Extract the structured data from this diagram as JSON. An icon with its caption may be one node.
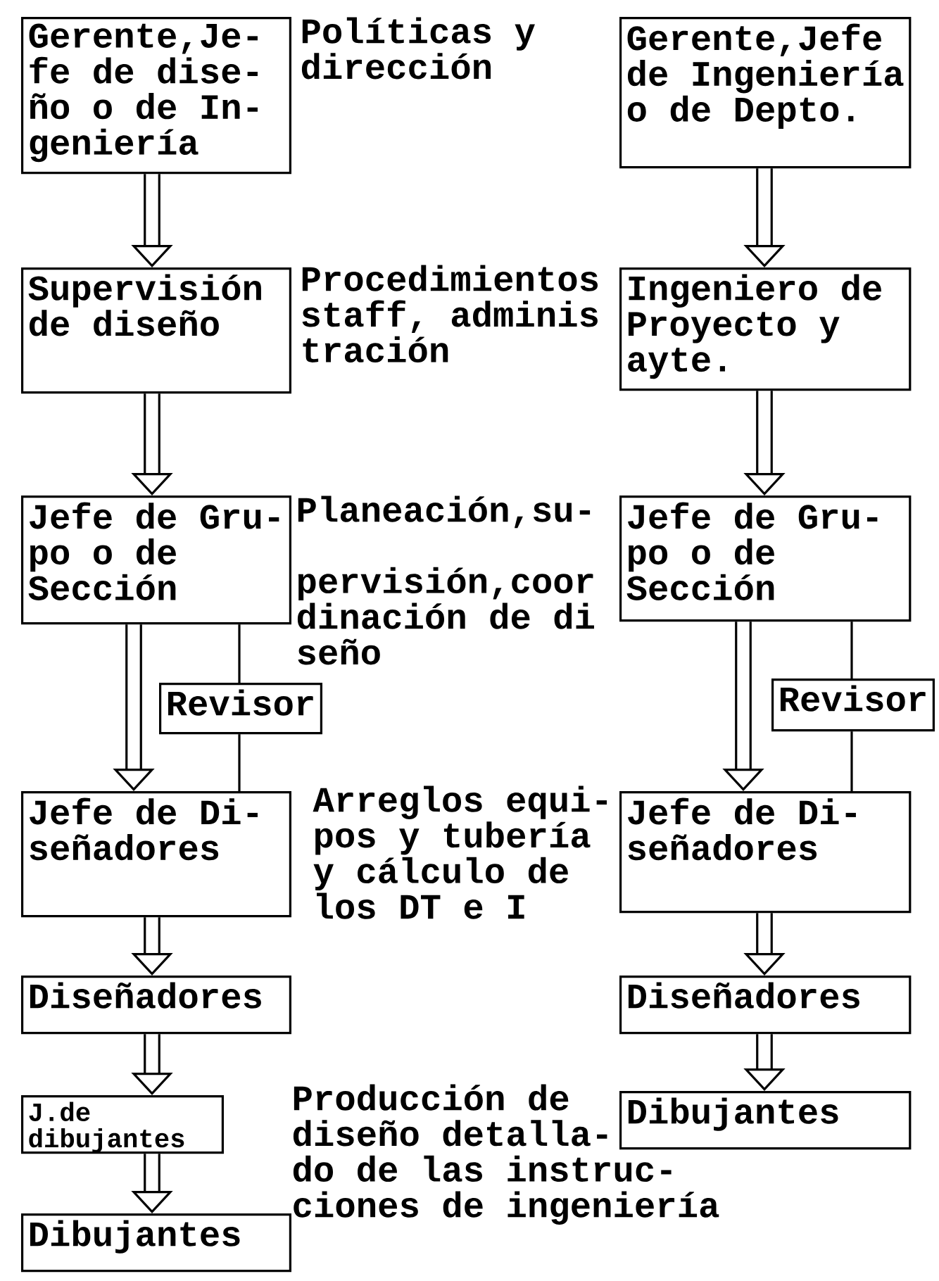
{
  "diagram": {
    "nodes": [
      {
        "text": [
          "Gerente,Je- fe de dise- ño o de In- geniería"
        ]
      },
      {
        "text": [
          "Supervisión de diseño"
        ]
      },
      {
        "text": [
          "Jefe de Gru- po o de Sección"
        ]
      },
      {
        "text": [
          "Revisor"
        ]
      },
      {
        "text": [
          "Jefe de Di- señadores"
        ]
      },
      {
        "text": [
          "Diseñadores"
        ]
      },
      {
        "text": [
          "J.de dibujantes"
        ]
      },
      {
        "text": [
          "Dibujantes"
        ]
      },
      {
        "text": [
          "Gerente,Jefe de Ingeniería o de Depto."
        ]
      },
      {
        "text": [
          "Ingeniero de Proyecto y ayte."
        ]
      },
      {
        "text": [
          "Jefe de Gru- po o de Sección"
        ]
      },
      {
        "text": [
          "Revisor"
        ]
      },
      {
        "text": [
          "Jefe de Di- señadores"
        ]
      },
      {
        "text": [
          "Diseñadores"
        ]
      },
      {
        "text": [
          "Dibujantes"
        ]
      }
    ],
    "edges": [
      {
        "from": 0,
        "to": 1,
        "arrow": "to"
      },
      {
        "from": 1,
        "to": 2,
        "arrow": "to"
      },
      {
        "from": 2,
        "to": 4,
        "arrow": "to"
      },
      {
        "from": 2,
        "to": 3,
        "arrow": "none"
      },
      {
        "from": 3,
        "to": 4,
        "arrow": "none"
      },
      {
        "from": 4,
        "to": 5,
        "arrow": "to"
      },
      {
        "from": 5,
        "to": 6,
        "arrow": "to"
      },
      {
        "from": 6,
        "to": 7,
        "arrow": "to"
      },
      {
        "from": 8,
        "to": 9,
        "arrow": "to"
      },
      {
        "from": 9,
        "to": 10,
        "arrow": "to"
      },
      {
        "from": 10,
        "to": 12,
        "arrow": "to"
      },
      {
        "from": 10,
        "to": 11,
        "arrow": "none"
      },
      {
        "from": 11,
        "to": 12,
        "arrow": "none"
      },
      {
        "from": 12,
        "to": 13,
        "arrow": "to"
      },
      {
        "from": 13,
        "to": 14,
        "arrow": "to"
      }
    ],
    "labels": [
      "Políticas y dirección",
      "Procedimientos staff, adminis tración",
      "Planeación,su- pervisión,coor dinación de di seño",
      "Arreglos equi- pos y tubería y cálculo de los DT e I",
      "Producción de diseño detalla- do de las instruc- ciones de ingeniería"
    ]
  }
}
